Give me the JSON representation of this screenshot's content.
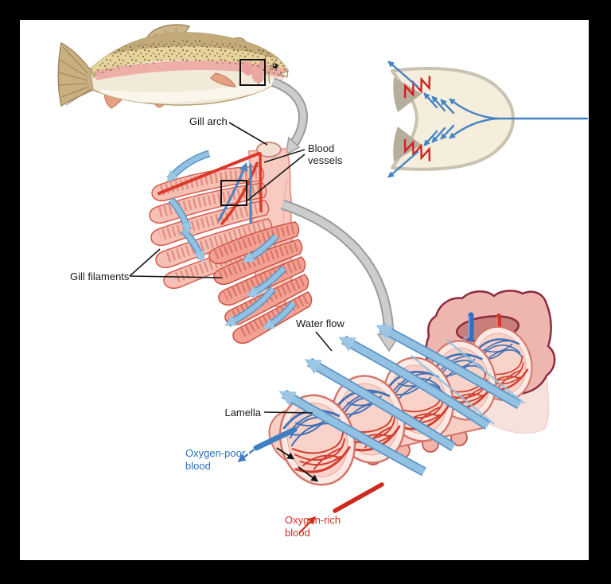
{
  "labels": {
    "gill_arch": "Gill arch",
    "blood_vessels": {
      "line1": "Blood",
      "line2": "vessels"
    },
    "gill_filaments": "Gill filaments",
    "water_flow": "Water flow",
    "lamella": "Lamella",
    "oxygen_poor_blood": {
      "line1": "Oxygen-poor",
      "line2": "blood"
    },
    "oxygen_rich_blood": {
      "line1": "Oxygen-rich",
      "line2": "blood"
    }
  },
  "icons": {
    "water_flow_arrow": "thick light-blue arrow",
    "zoom_arrow": "gray curved magnify arrow",
    "blood_flow_arrow": "small black arrow",
    "highlight_box": "black rectangle outline"
  },
  "colors": {
    "frame-black": "#000000",
    "canvas-white": "#ffffff",
    "label-black": "#1a1a1a",
    "water-blue": "#93c1e2",
    "water-edge": "#5b93c7",
    "vessel-blue": "#3a6cb5",
    "vessel-red": "#cf3526",
    "oxygen-poor-text": "#2a6fc0",
    "oxygen-rich-text": "#d32a1e",
    "gill-pink": "#f4a89c",
    "gill-outline": "#d85c50",
    "arch-pink": "#f8cbc2",
    "lamella-pink": "#f9d3c9",
    "arch-maroon": "#8e2a3e",
    "zoom-gray": "#cdcdcd",
    "fish-tan": "#c2ab79",
    "fish-belly": "#f2ead8",
    "fish-stripe": "#eda8a4",
    "inset-cream": "#f5eedd",
    "inset-gray": "#b5ae9d"
  }
}
